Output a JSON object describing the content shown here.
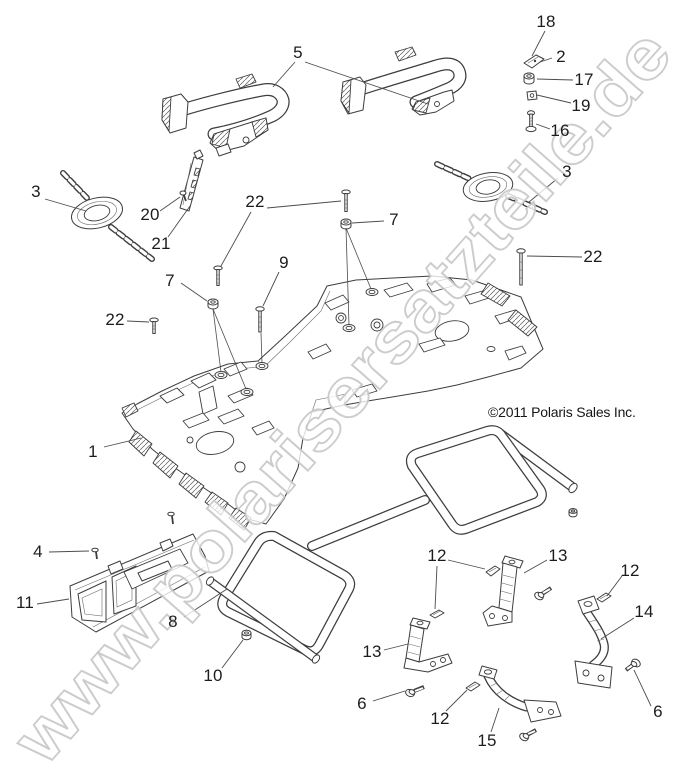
{
  "page": {
    "background": "#ffffff",
    "line_color": "#3d3d3d"
  },
  "watermark": {
    "text": "www.polarisersatzteile.de"
  },
  "copyright": {
    "text": "©2011 Polaris Sales Inc."
  },
  "diagram": {
    "type": "exploded-parts-diagram",
    "subject": "rear rack assembly with mounting hardware",
    "part_numbers_shown": [
      "1",
      "2",
      "3",
      "4",
      "5",
      "6",
      "7",
      "8",
      "9",
      "10",
      "11",
      "12",
      "13",
      "14",
      "15",
      "16",
      "17",
      "18",
      "19",
      "20",
      "21",
      "22"
    ]
  },
  "callouts": [
    {
      "ref": "18"
    },
    {
      "ref": "2"
    },
    {
      "ref": "17"
    },
    {
      "ref": "19"
    },
    {
      "ref": "16"
    },
    {
      "ref": "5"
    },
    {
      "ref": "3"
    },
    {
      "ref": "3"
    },
    {
      "ref": "20"
    },
    {
      "ref": "21"
    },
    {
      "ref": "22"
    },
    {
      "ref": "7"
    },
    {
      "ref": "22"
    },
    {
      "ref": "9"
    },
    {
      "ref": "7"
    },
    {
      "ref": "22"
    },
    {
      "ref": "1"
    },
    {
      "ref": "4"
    },
    {
      "ref": "11"
    },
    {
      "ref": "8"
    },
    {
      "ref": "10"
    },
    {
      "ref": "12"
    },
    {
      "ref": "13"
    },
    {
      "ref": "12"
    },
    {
      "ref": "14"
    },
    {
      "ref": "13"
    },
    {
      "ref": "6"
    },
    {
      "ref": "12"
    },
    {
      "ref": "15"
    },
    {
      "ref": "6"
    }
  ]
}
